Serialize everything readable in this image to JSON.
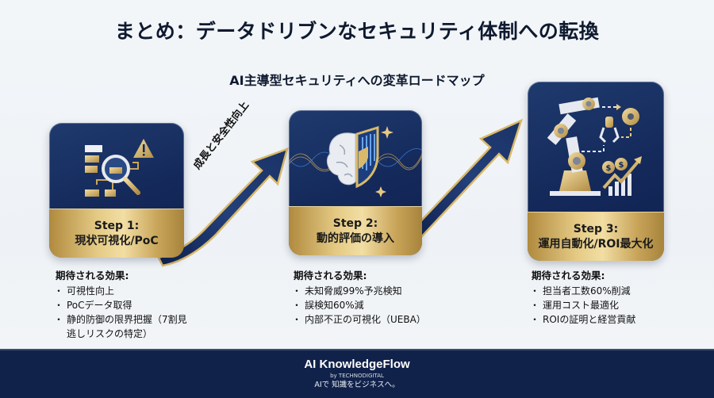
{
  "header": {
    "title": "まとめ：データドリブンなセキュリティ体制への転換",
    "subtitle": "AI主導型セキュリティへの変革ロードマップ"
  },
  "roadmap": {
    "arrow_label": "成長と安全性向上",
    "colors": {
      "navy": "#14295a",
      "gold": "#d9b96a",
      "footer": "#10224a"
    },
    "steps": [
      {
        "step": "Step 1:",
        "name": "現状可視化/PoC",
        "icon": "magnifier-diagram-warning-icon",
        "effects_heading": "期待される効果:",
        "effects": [
          "可視性向上",
          "PoCデータ取得",
          "静的防御の限界把握（7割見逃しリスクの特定）"
        ]
      },
      {
        "step": "Step 2:",
        "name": "動的評価の導入",
        "icon": "brain-shield-icon",
        "effects_heading": "期待される効果:",
        "effects": [
          "未知脅威99%予兆検知",
          "誤検知60%減",
          "内部不正の可視化（UEBA）"
        ]
      },
      {
        "step": "Step 3:",
        "name": "運用自動化/ROI最大化",
        "icon": "robot-arm-roi-icon",
        "effects_heading": "期待される効果:",
        "effects": [
          "担当者工数60%削減",
          "運用コスト最適化",
          "ROIの証明と経営貢献"
        ]
      }
    ]
  },
  "footer": {
    "brand": "AI KnowledgeFlow",
    "by": "by TECHNODIGITAL",
    "tagline": "AIで 知識をビジネスへ。"
  }
}
